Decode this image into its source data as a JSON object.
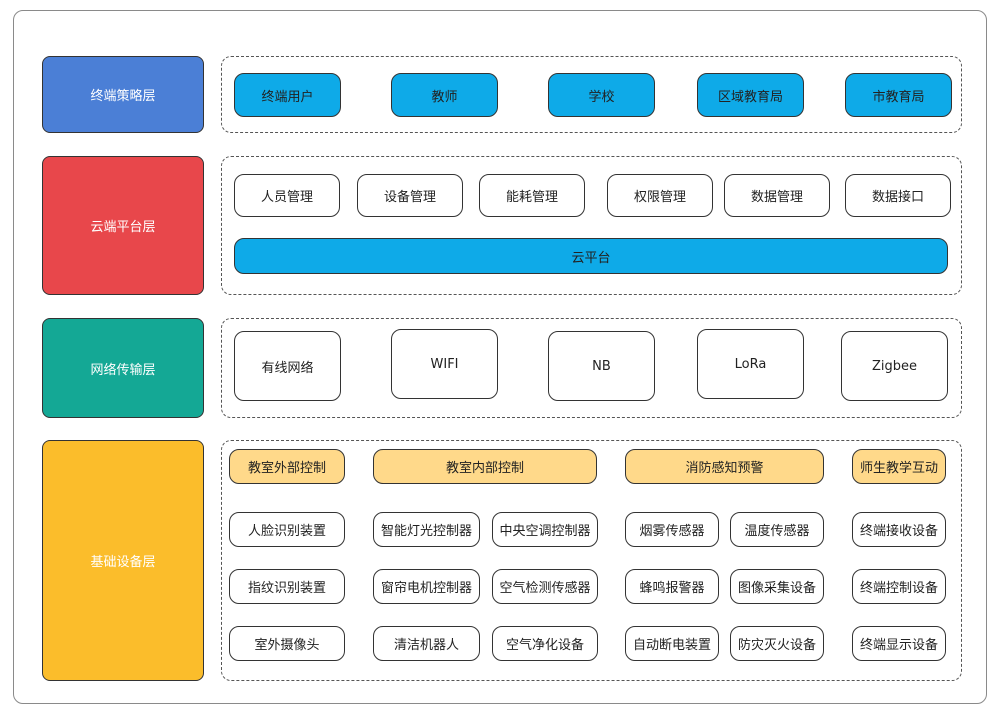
{
  "colors": {
    "strategy": "#4b7fd6",
    "cloud": "#e8474b",
    "network": "#14a895",
    "device": "#fbbd2b",
    "blue_node": "#0eaae8",
    "orange_node": "#ffd98a"
  },
  "layers": {
    "strategy": {
      "label": "终端策略层",
      "items": [
        "终端用户",
        "教师",
        "学校",
        "区域教育局",
        "市教育局"
      ]
    },
    "cloud": {
      "label": "云端平台层",
      "items": [
        "人员管理",
        "设备管理",
        "能耗管理",
        "权限管理",
        "数据管理",
        "数据接口"
      ],
      "platform": "云平台"
    },
    "network": {
      "label": "网络传输层",
      "items": [
        "有线网络",
        "WIFI",
        "NB",
        "LoRa",
        "Zigbee"
      ]
    },
    "device": {
      "label": "基础设备层",
      "groups": [
        {
          "title": "教室外部控制",
          "items": [
            "人脸识别装置",
            "指纹识别装置",
            "室外摄像头"
          ]
        },
        {
          "title": "教室内部控制",
          "items": [
            "智能灯光控制器",
            "中央空调控制器",
            "窗帘电机控制器",
            "空气检测传感器",
            "清洁机器人",
            "空气净化设备"
          ]
        },
        {
          "title": "消防感知预警",
          "items": [
            "烟雾传感器",
            "温度传感器",
            "蜂鸣报警器",
            "图像采集设备",
            "自动断电装置",
            "防灾灭火设备"
          ]
        },
        {
          "title": "师生教学互动",
          "items": [
            "终端接收设备",
            "终端控制设备",
            "终端显示设备"
          ]
        }
      ]
    }
  }
}
